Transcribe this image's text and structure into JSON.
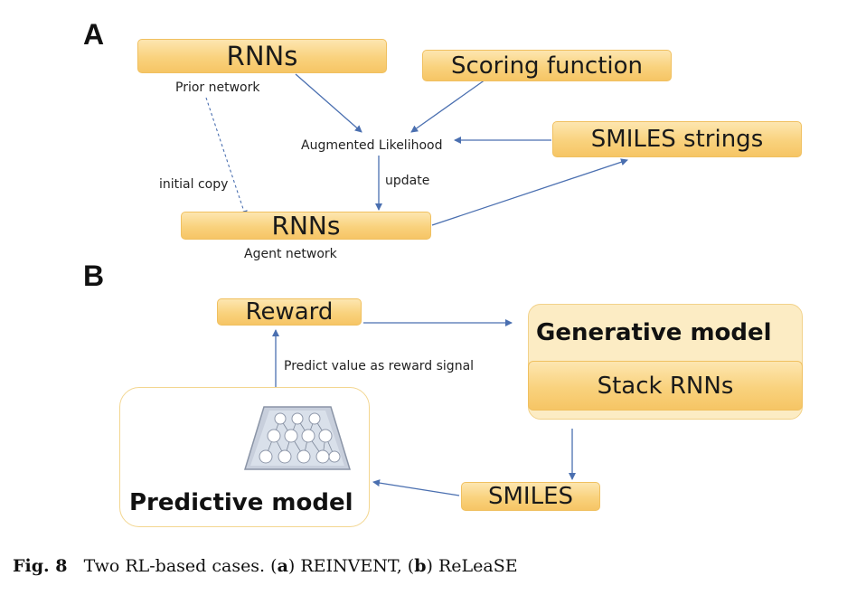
{
  "panel_a": {
    "letter": "A",
    "rnn_prior_box": "RNNs",
    "prior_label": "Prior network",
    "scoring_box": "Scoring function",
    "augmented_label": "Augmented Likelihood",
    "smiles_strings_box": "SMILES strings",
    "initial_copy_label": "initial copy",
    "update_label": "update",
    "rnn_agent_box": "RNNs",
    "agent_label": "Agent network"
  },
  "panel_b": {
    "letter": "B",
    "reward_box": "Reward",
    "generative_title": "Generative model",
    "stack_rnns_box": "Stack RNNs",
    "predict_label": "Predict value as reward signal",
    "predictive_title": "Predictive model",
    "smiles_box": "SMILES"
  },
  "caption": {
    "fig_label": "Fig. 8",
    "text_prefix": "Two RL-based cases. (",
    "a": "a",
    "text_mid": ") REINVENT, (",
    "b": "b",
    "text_suffix": ") ReLeaSE"
  },
  "colors": {
    "arrow": "#4a6fb0",
    "box_fill": "#f9d27d"
  },
  "icons": [
    "neural-network-icon"
  ]
}
